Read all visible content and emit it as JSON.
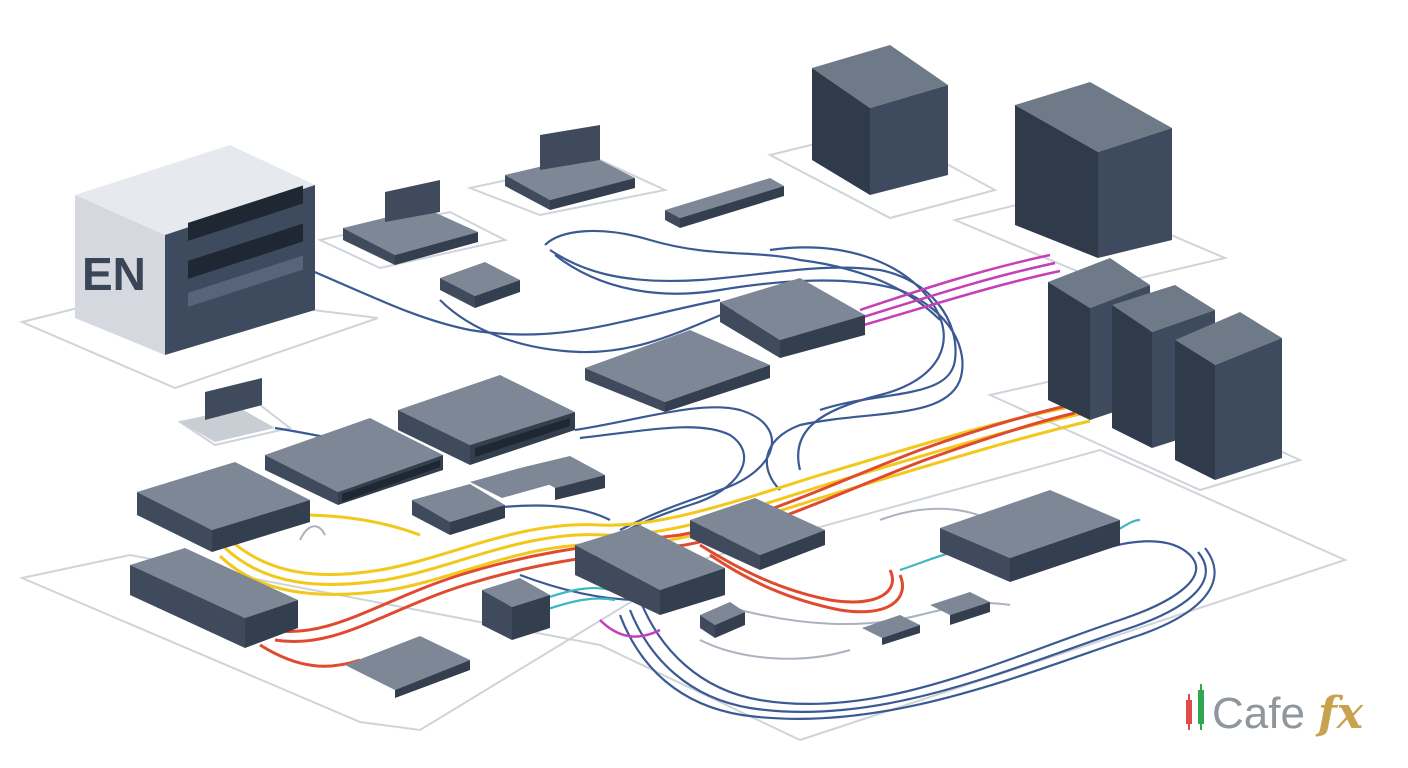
{
  "diagram": {
    "cabinet_label": "EN",
    "logo": {
      "text_main": "Cafe",
      "text_accent": "fx"
    },
    "colors": {
      "background": "#ffffff",
      "platform": "#cfd4da",
      "device": "#3f4b5c",
      "cable_blue": "#3b5a94",
      "cable_yellow": "#f2c81c",
      "cable_red": "#e04a2e",
      "cable_magenta": "#c53fb8",
      "cable_teal": "#3fb7c2",
      "cable_light": "#a9b2bd",
      "logo_gold": "#c9a24f",
      "logo_gray": "#8f969c"
    }
  }
}
